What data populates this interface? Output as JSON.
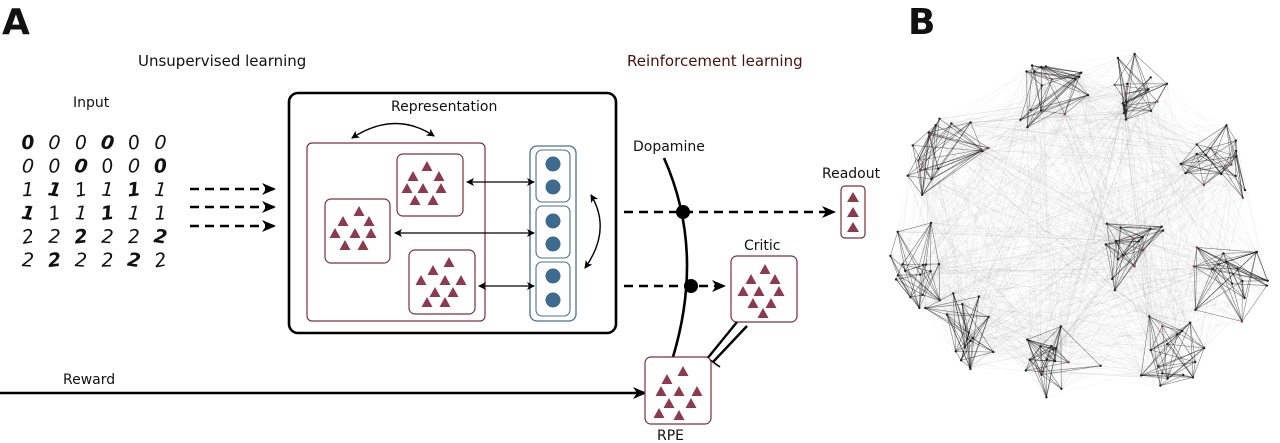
{
  "panels": {
    "a": "A",
    "b": "B"
  },
  "sections": {
    "unsupervised": "Unsupervised learning",
    "reinforcement": "Reinforcement learning"
  },
  "labels": {
    "input": "Input",
    "representation": "Representation",
    "dopamine": "Dopamine",
    "readout": "Readout",
    "critic": "Critic",
    "reward": "Reward",
    "rpe": "RPE"
  },
  "digit_rows": [
    [
      "0",
      "0",
      "0",
      "0",
      "0",
      "0"
    ],
    [
      "0",
      "0",
      "0",
      "0",
      "0",
      "0"
    ],
    [
      "1",
      "1",
      "1",
      "1",
      "1",
      "1"
    ],
    [
      "1",
      "1",
      "1",
      "1",
      "1",
      "1"
    ],
    [
      "2",
      "2",
      "2",
      "2",
      "2",
      "2"
    ],
    [
      "2",
      "2",
      "2",
      "2",
      "2",
      "2"
    ]
  ],
  "colors": {
    "neuron": "#8b3a50",
    "unit": "#3d6a8f",
    "box_border": "#7a3040",
    "unit_border": "#4a7090",
    "line": "#000000",
    "reinforcement_title": "#4a1010"
  },
  "icons": {
    "neuron": "triangle",
    "unit": "circle",
    "arrow": "arrowhead"
  }
}
